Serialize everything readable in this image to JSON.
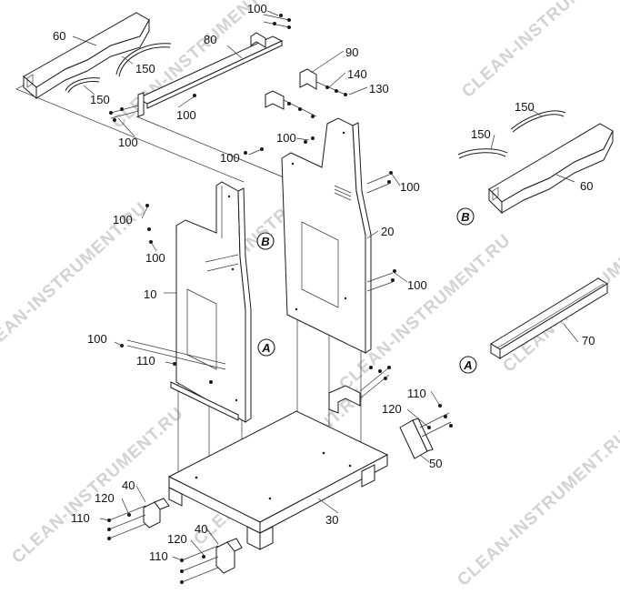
{
  "watermark": "CLEAN-INSTRUMENT.RU",
  "labels": {
    "p10": "10",
    "p20": "20",
    "p30": "30",
    "p40": "40",
    "p50": "50",
    "p60": "60",
    "p70": "70",
    "p80": "80",
    "p90": "90",
    "p100": "100",
    "p110": "110",
    "p120": "120",
    "p130": "130",
    "p140": "140",
    "p150": "150"
  },
  "markers": {
    "a": "A",
    "b": "B"
  }
}
